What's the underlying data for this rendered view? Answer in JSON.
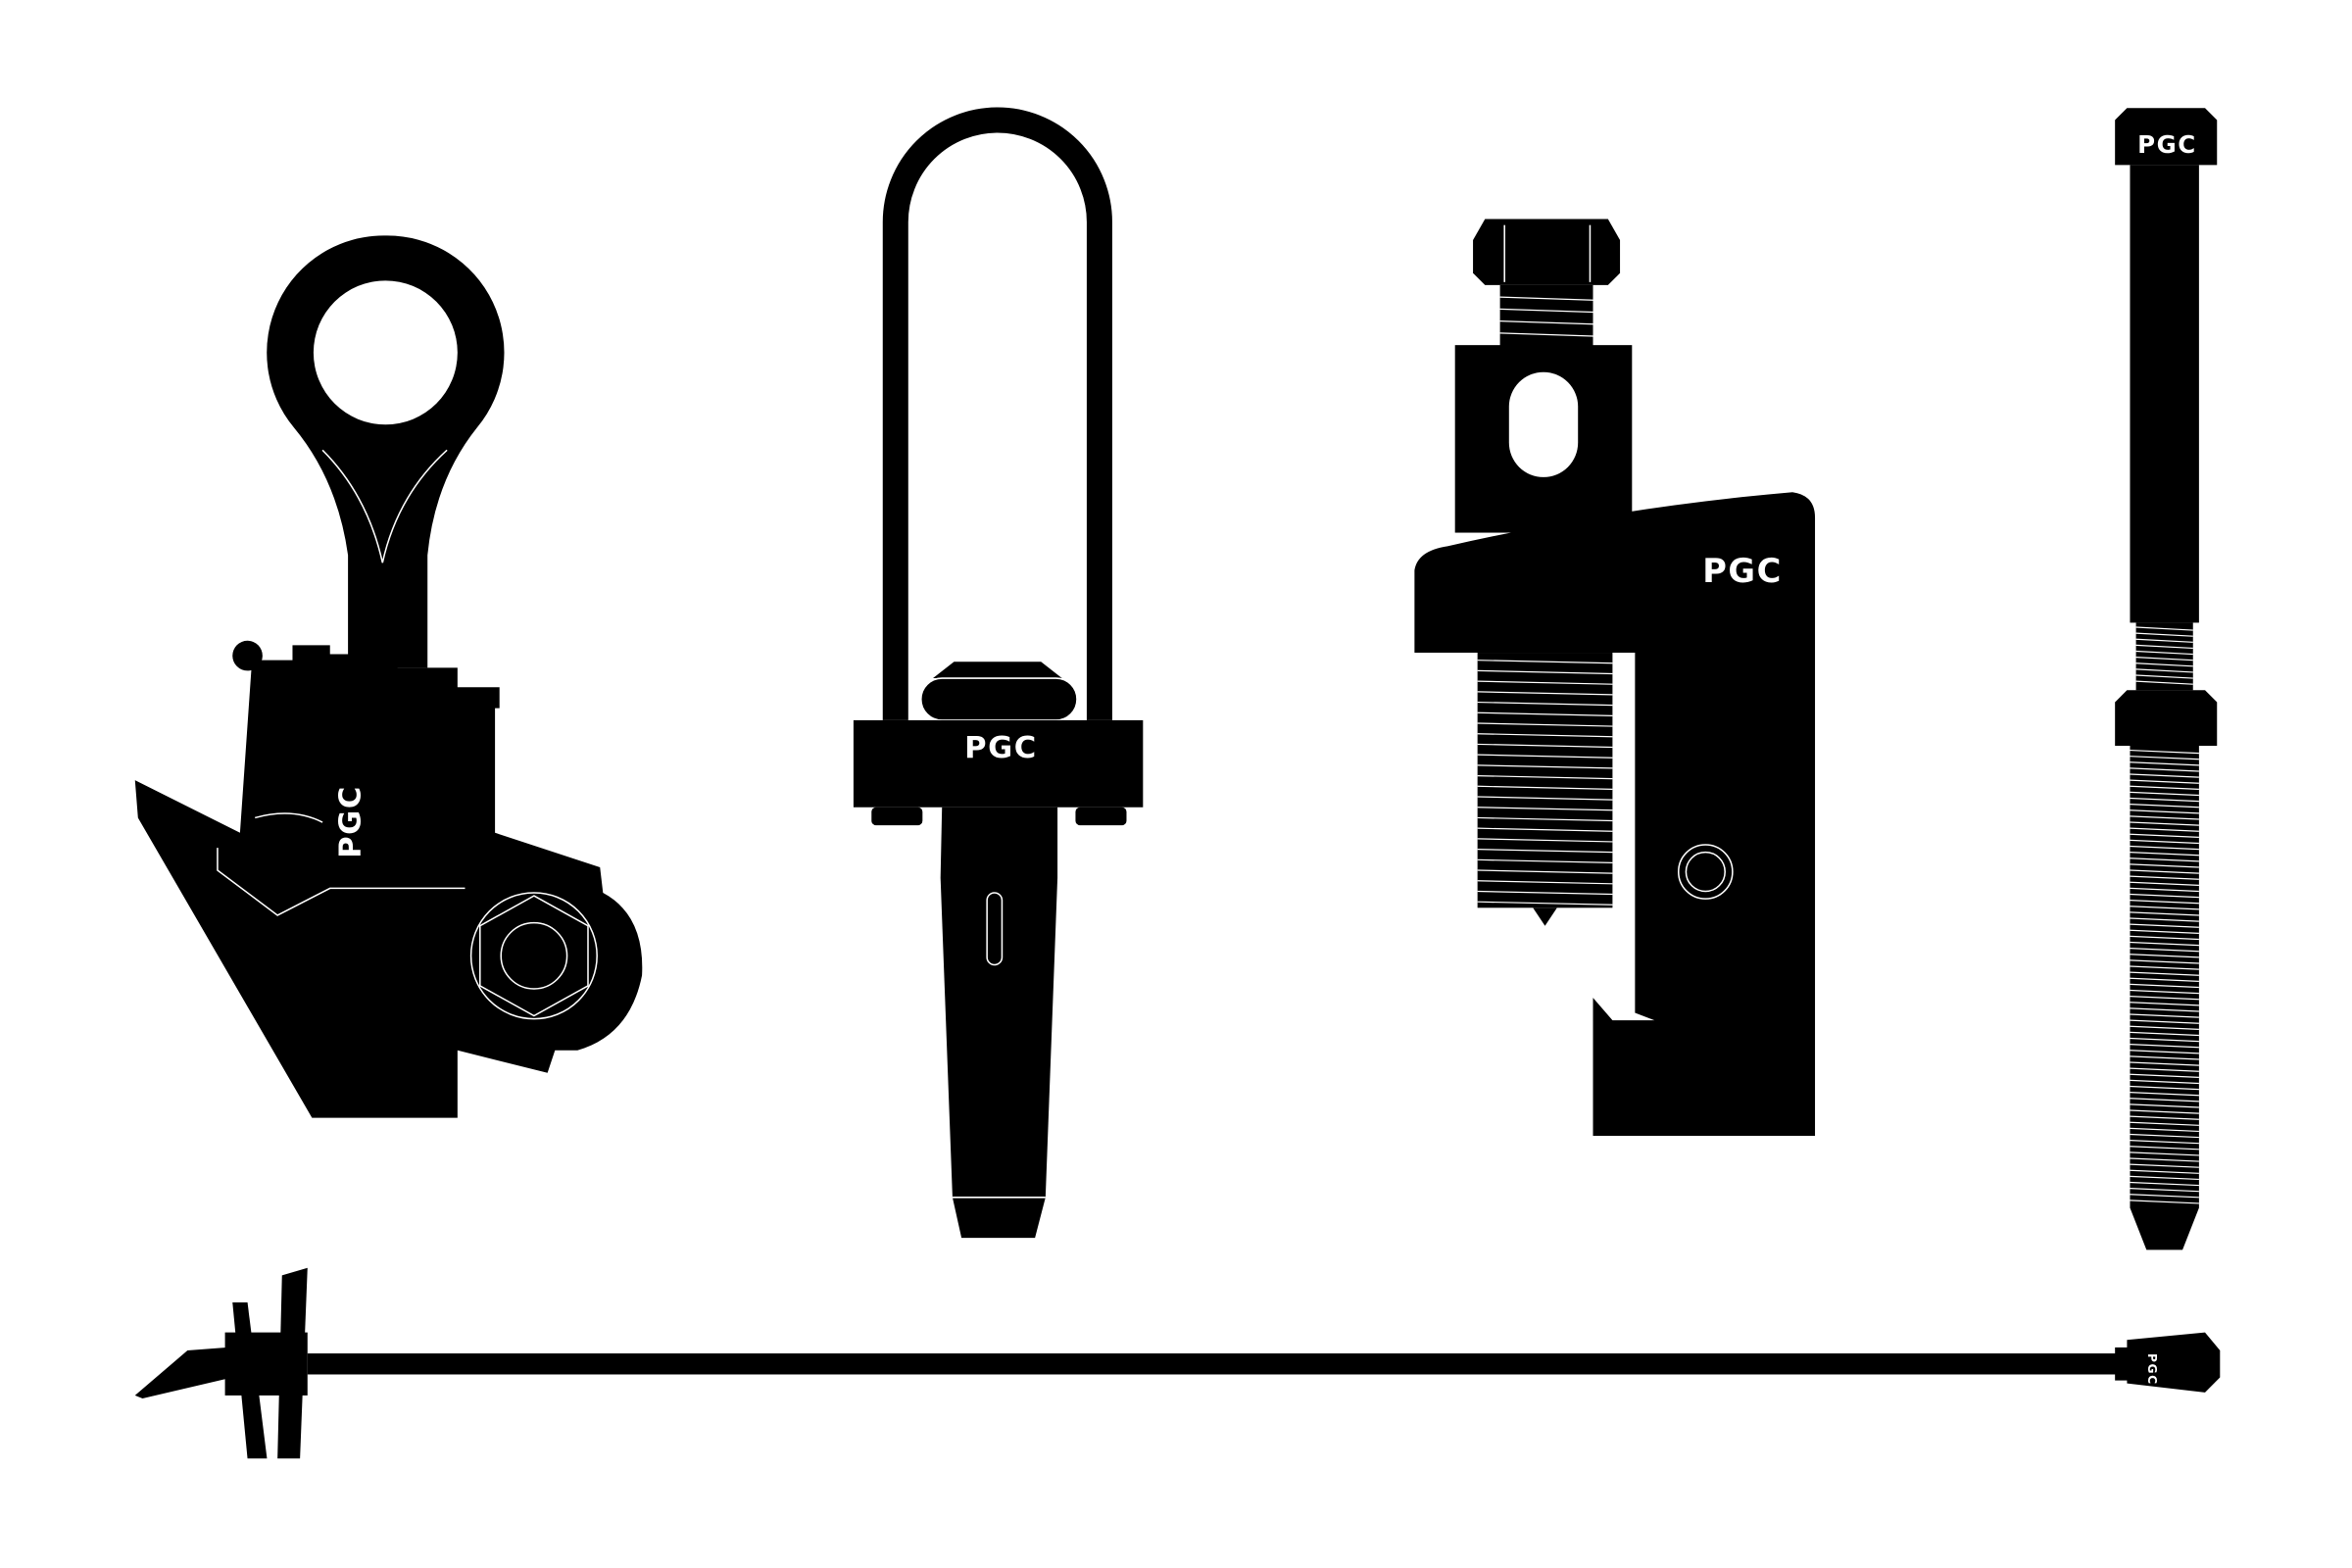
{
  "colors": {
    "silhouette": "#000000",
    "background": "#ffffff",
    "logo": "#ffffff"
  },
  "products": [
    {
      "id": "ring-clamp",
      "logo": "PGC"
    },
    {
      "id": "shackle-wedge",
      "logo": "PGC"
    },
    {
      "id": "c-clamp",
      "logo": "PGC"
    },
    {
      "id": "threaded-rod",
      "logo": "PGC"
    },
    {
      "id": "tie-rod",
      "logo": "PGC"
    }
  ]
}
